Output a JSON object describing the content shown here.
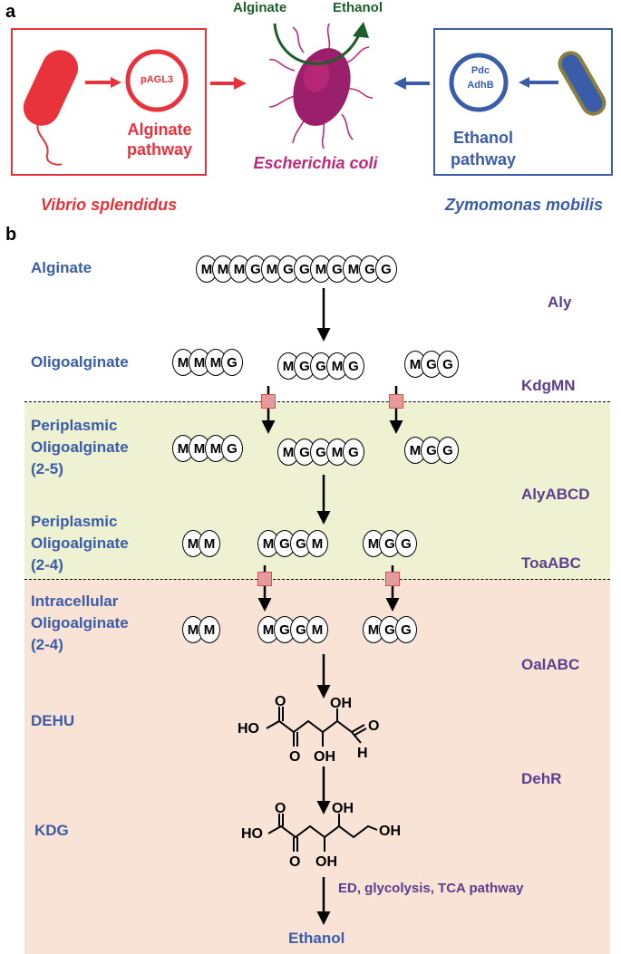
{
  "panel_a": {
    "label": "a",
    "left_box": {
      "plasmid": "pAGL3",
      "caption_line1": "Alginate",
      "caption_line2": "pathway"
    },
    "left_organism": "Vibrio splendidus",
    "center_top_left": "Alginate",
    "center_top_right": "Ethanol",
    "center_organism": "Escherichia coli",
    "right_box": {
      "plasmid_line1": "Pdc",
      "plasmid_line2": "AdhB",
      "caption_line1": "Ethanol",
      "caption_line2": "pathway"
    },
    "right_organism": "Zymomonas mobilis",
    "colors": {
      "red": "#e8333d",
      "blue": "#3b5ca8",
      "magenta": "#c0297a",
      "green": "#1d5e2a"
    }
  },
  "panel_b": {
    "label": "b",
    "stages": {
      "alginate": "Alginate",
      "oligoalginate": "Oligoalginate",
      "periplasmic_25": [
        "Periplasmic",
        "Oligoalginate",
        "(2-5)"
      ],
      "periplasmic_24": [
        "Periplasmic",
        "Oligoalginate",
        "(2-4)"
      ],
      "intracellular": [
        "Intracellular",
        "Oligoalginate",
        "(2-4)"
      ],
      "dehu": "DEHU",
      "kdg": "KDG",
      "ethanol": "Ethanol"
    },
    "enzymes": {
      "aly": "Aly",
      "kdgmn": "KdgMN",
      "alyabcd": "AlyABCD",
      "toaabc": "ToaABC",
      "oalabc": "OalABC",
      "dehr": "DehR",
      "pathway": "ED, glycolysis, TCA  pathway"
    },
    "chains": {
      "alginate": [
        "M",
        "M",
        "M",
        "G",
        "M",
        "G",
        "G",
        "M",
        "G",
        "M",
        "G",
        "G"
      ],
      "oligo_1": [
        "M",
        "M",
        "M",
        "G"
      ],
      "oligo_2": [
        "M",
        "G",
        "G",
        "M",
        "G"
      ],
      "oligo_3": [
        "M",
        "G",
        "G"
      ],
      "peri25_1": [
        "M",
        "M",
        "M",
        "G"
      ],
      "peri25_2": [
        "M",
        "G",
        "G",
        "M",
        "G"
      ],
      "peri25_3": [
        "M",
        "G",
        "G"
      ],
      "peri24_1": [
        "M",
        "M"
      ],
      "peri24_2": [
        "M",
        "G",
        "G",
        "M"
      ],
      "peri24_3": [
        "M",
        "G",
        "G"
      ],
      "intra_1": [
        "M",
        "M"
      ],
      "intra_2": [
        "M",
        "G",
        "G",
        "M"
      ],
      "intra_3": [
        "M",
        "G",
        "G"
      ]
    },
    "structure_labels": {
      "o": "O",
      "oh": "OH",
      "ho": "HO",
      "h": "H"
    },
    "colors": {
      "periplasm": "#eef2d2",
      "cytoplasm": "#f9e3d6",
      "transporter": "#e79a9c"
    }
  }
}
